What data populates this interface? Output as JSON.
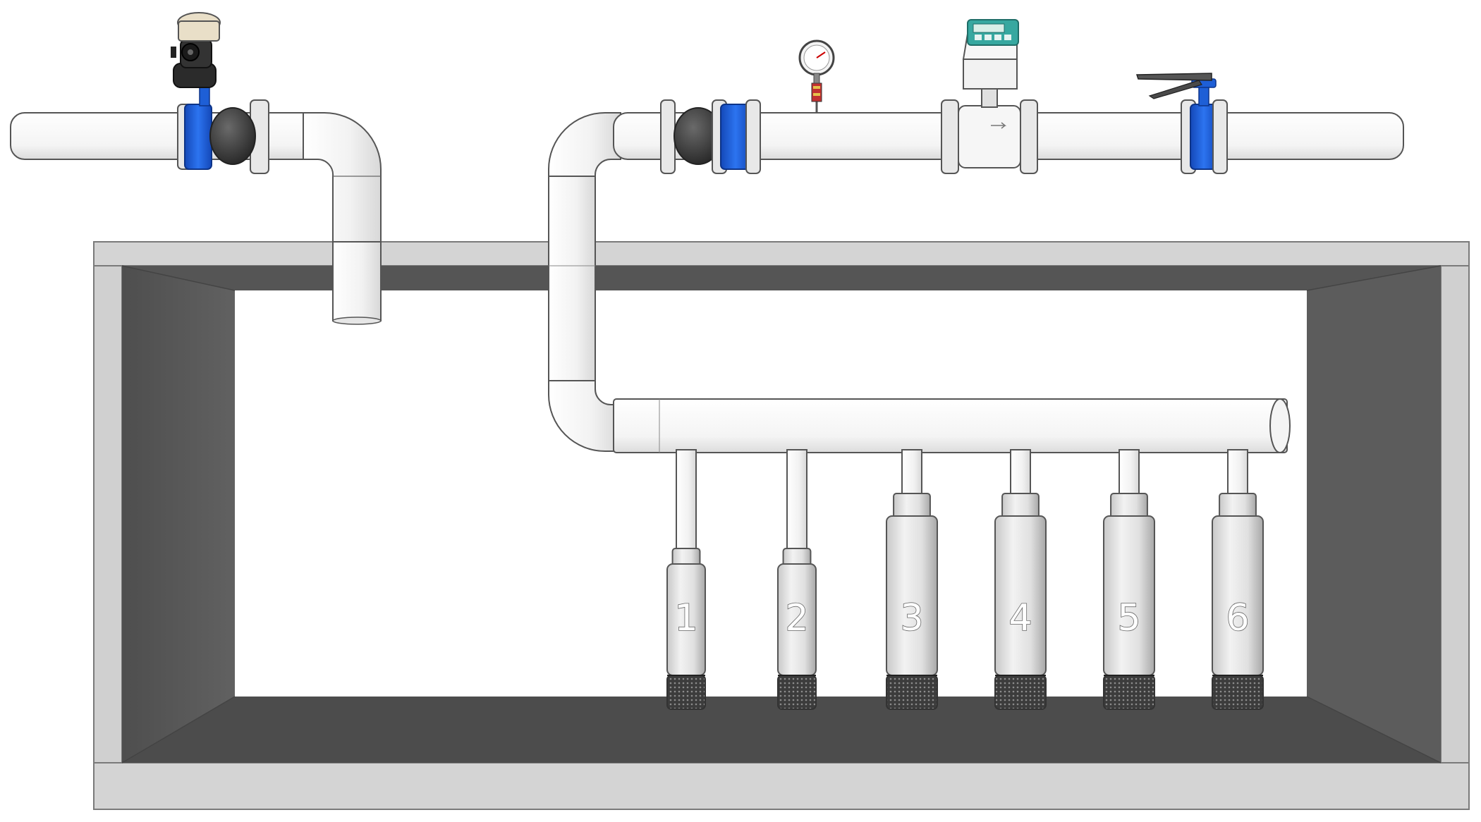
{
  "scene": {
    "description_items": [
      "vault",
      "suction-pipe",
      "manifold",
      "discharge-line",
      "pumps"
    ],
    "colors": {
      "pipe": "#ffffff",
      "pipe_outline": "#555555",
      "accent_blue": "#1e5fd6",
      "rubber_dark": "#3a3a3a",
      "concrete_light": "#d6d6d6",
      "concrete_dark": "#5a5a5a",
      "concrete_shadow": "#4a4a4a"
    }
  },
  "pumps": [
    {
      "label": "1",
      "size": "small"
    },
    {
      "label": "2",
      "size": "small"
    },
    {
      "label": "3",
      "size": "large"
    },
    {
      "label": "4",
      "size": "large"
    },
    {
      "label": "5",
      "size": "large"
    },
    {
      "label": "6",
      "size": "large"
    }
  ],
  "components": {
    "air_valve": {
      "icon": "air-release-valve-icon"
    },
    "pressure_gauge": {
      "icon": "pressure-gauge-icon"
    },
    "flow_meter": {
      "icon": "electromagnetic-flow-meter-icon"
    },
    "butterfly_valve": {
      "icon": "butterfly-valve-icon"
    },
    "expansion_joint": {
      "icon": "rubber-expansion-joint-icon"
    }
  }
}
